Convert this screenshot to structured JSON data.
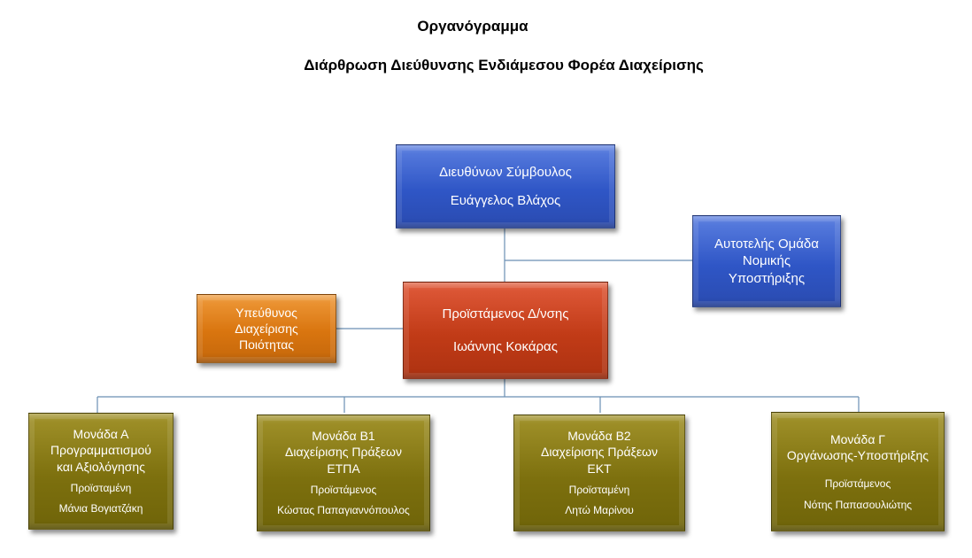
{
  "header": {
    "title": "Οργανόγραμμα",
    "subtitle": "Διάρθρωση Διεύθυνσης Ενδιάμεσου Φορέα Διαχείρισης"
  },
  "colors": {
    "ceo": "#3a5fcf",
    "director": "#c13b17",
    "quality": "#d9750f",
    "units": "#7d700e",
    "lines": "#6a8fb3"
  },
  "ceo": {
    "role": "Διευθύνων Σύμβουλος",
    "name": "Ευάγγελος Βλάχος"
  },
  "legal": {
    "line1": "Αυτοτελής Ομάδα",
    "line2": "Νομικής",
    "line3": "Υποστήριξης"
  },
  "director": {
    "role": "Προϊστάμενος Δ/νσης",
    "name": "Ιωάννης Κοκάρας"
  },
  "quality": {
    "line1": "Υπεύθυνος",
    "line2": "Διαχείρισης",
    "line3": "Ποιότητας"
  },
  "units": [
    {
      "name": "Μονάδα Α",
      "desc1": "Προγραμματισμού",
      "desc2": "και Αξιολόγησης",
      "head_title": "Προϊσταμένη",
      "head_name": "Μάνια Βογιατζάκη"
    },
    {
      "name": "Μονάδα Β1",
      "desc1": "Διαχείρισης Πράξεων",
      "desc2": "ΕΤΠΑ",
      "head_title": "Προϊστάμενος",
      "head_name": "Κώστας Παπαγιαννόπουλος"
    },
    {
      "name": "Μονάδα Β2",
      "desc1": "Διαχείρισης Πράξεων",
      "desc2": "ΕΚΤ",
      "head_title": "Προϊσταμένη",
      "head_name": "Λητώ Μαρίνου"
    },
    {
      "name": "Μονάδα Γ",
      "desc1": "Οργάνωσης-Υποστήριξης",
      "desc2": "",
      "head_title": "Προϊστάμενος",
      "head_name": "Νότης Παπασουλιώτης"
    }
  ]
}
